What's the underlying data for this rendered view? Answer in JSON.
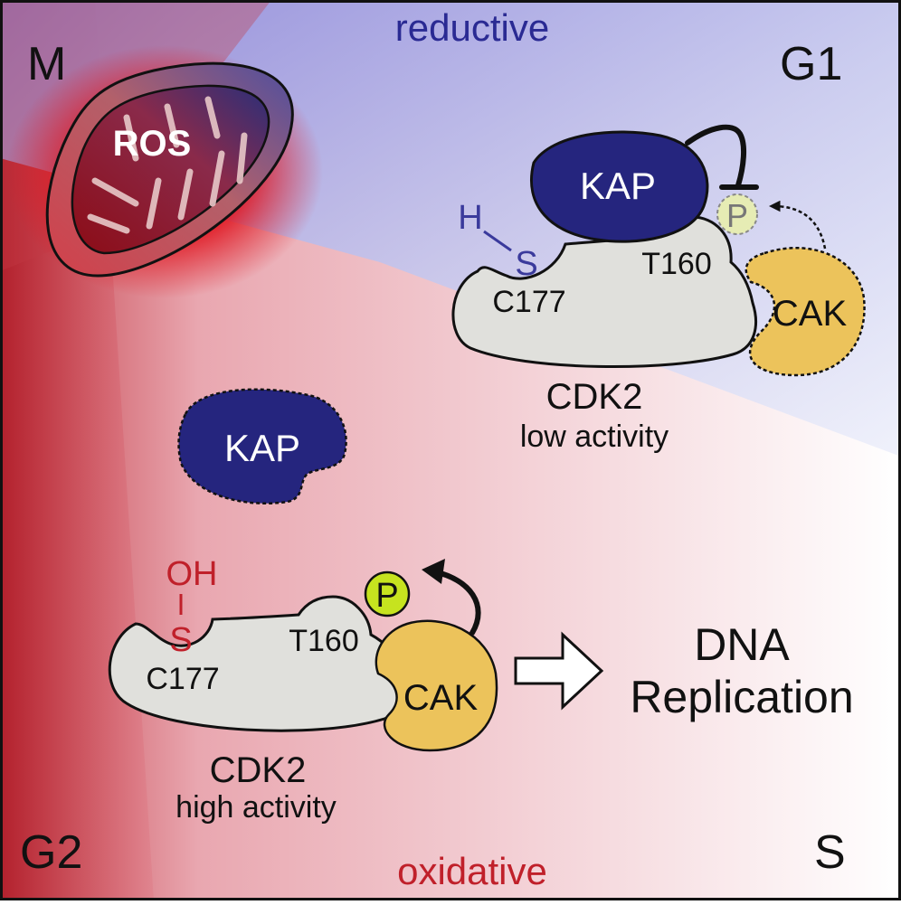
{
  "phases": {
    "top_left": "M",
    "top_right": "G1",
    "bottom_left": "G2",
    "bottom_right": "S"
  },
  "environment": {
    "reductive": "reductive",
    "oxidative": "oxidative"
  },
  "mitochondrion": {
    "label": "ROS"
  },
  "g1_complex": {
    "kap": "KAP",
    "phospho": "P",
    "thiol_h": "H",
    "thiol_s": "S",
    "cysteine": "C177",
    "threonine": "T160",
    "cak": "CAK",
    "cdk_name": "CDK2",
    "cdk_activity": "low activity"
  },
  "free_kap": {
    "label": "KAP"
  },
  "s_complex": {
    "oh": "OH",
    "thiol_s": "S",
    "cysteine": "C177",
    "threonine": "T160",
    "phospho": "P",
    "cak": "CAK",
    "cdk_name": "CDK2",
    "cdk_activity": "high activity"
  },
  "outcome": {
    "line1": "DNA",
    "line2": "Replication"
  },
  "colors": {
    "reductive": "#2a2a93",
    "oxidative": "#c0202a",
    "kap": "#25257e",
    "cak": "#ecc35b",
    "cdk2": "#e0e0dc",
    "phospho_active": "#c6e31f",
    "phospho_inactive": "#e6ecb4"
  }
}
